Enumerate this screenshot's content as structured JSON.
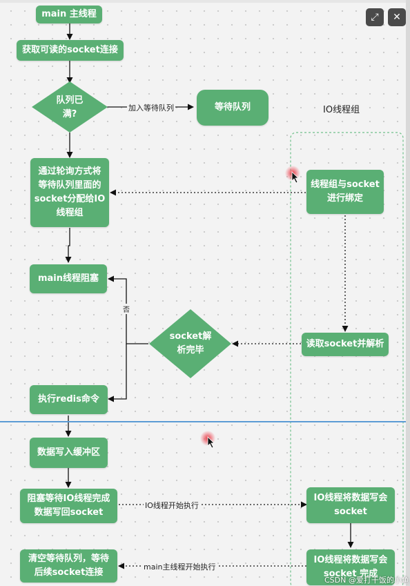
{
  "toolbar": {
    "expand_icon": "⤢",
    "close_icon": "✕"
  },
  "group_title": "IO线程组",
  "nodes": {
    "main": "main 主线程",
    "get_socket": "获取可读的socket连接",
    "queue_full": "队列已\n满?",
    "wait_queue": "等待队列",
    "poll_assign": "通过轮询方式将\n等待队列里面的\nsocket分配给IO\n线程组",
    "bind": "线程组与socket\n进行绑定",
    "main_block": "main线程阻塞",
    "parse_done": "socket解\n析完毕",
    "read_parse": "读取socket并解析",
    "exec_redis": "执行redis命令",
    "write_buffer": "数据写入缓冲区",
    "block_wait_io": "阻塞等待IO线程完成\n数据写回socket",
    "io_write_1": "IO线程将数据写会\nsocket",
    "clear_queue": "清空等待队列，等待\n后续socket连接",
    "io_write_2": "IO线程将数据写会\nsocket 完成"
  },
  "edge_labels": {
    "join_queue": "加入等待队列",
    "no": "否",
    "io_start": "IO线程开始执行",
    "main_start": "main主线程开始执行"
  },
  "watermark": "CSDN @爱打干饭的小鱼",
  "colors": {
    "node": "#5aaf74",
    "divider": "#5b9bd5",
    "group_border": "#6fc08a"
  }
}
